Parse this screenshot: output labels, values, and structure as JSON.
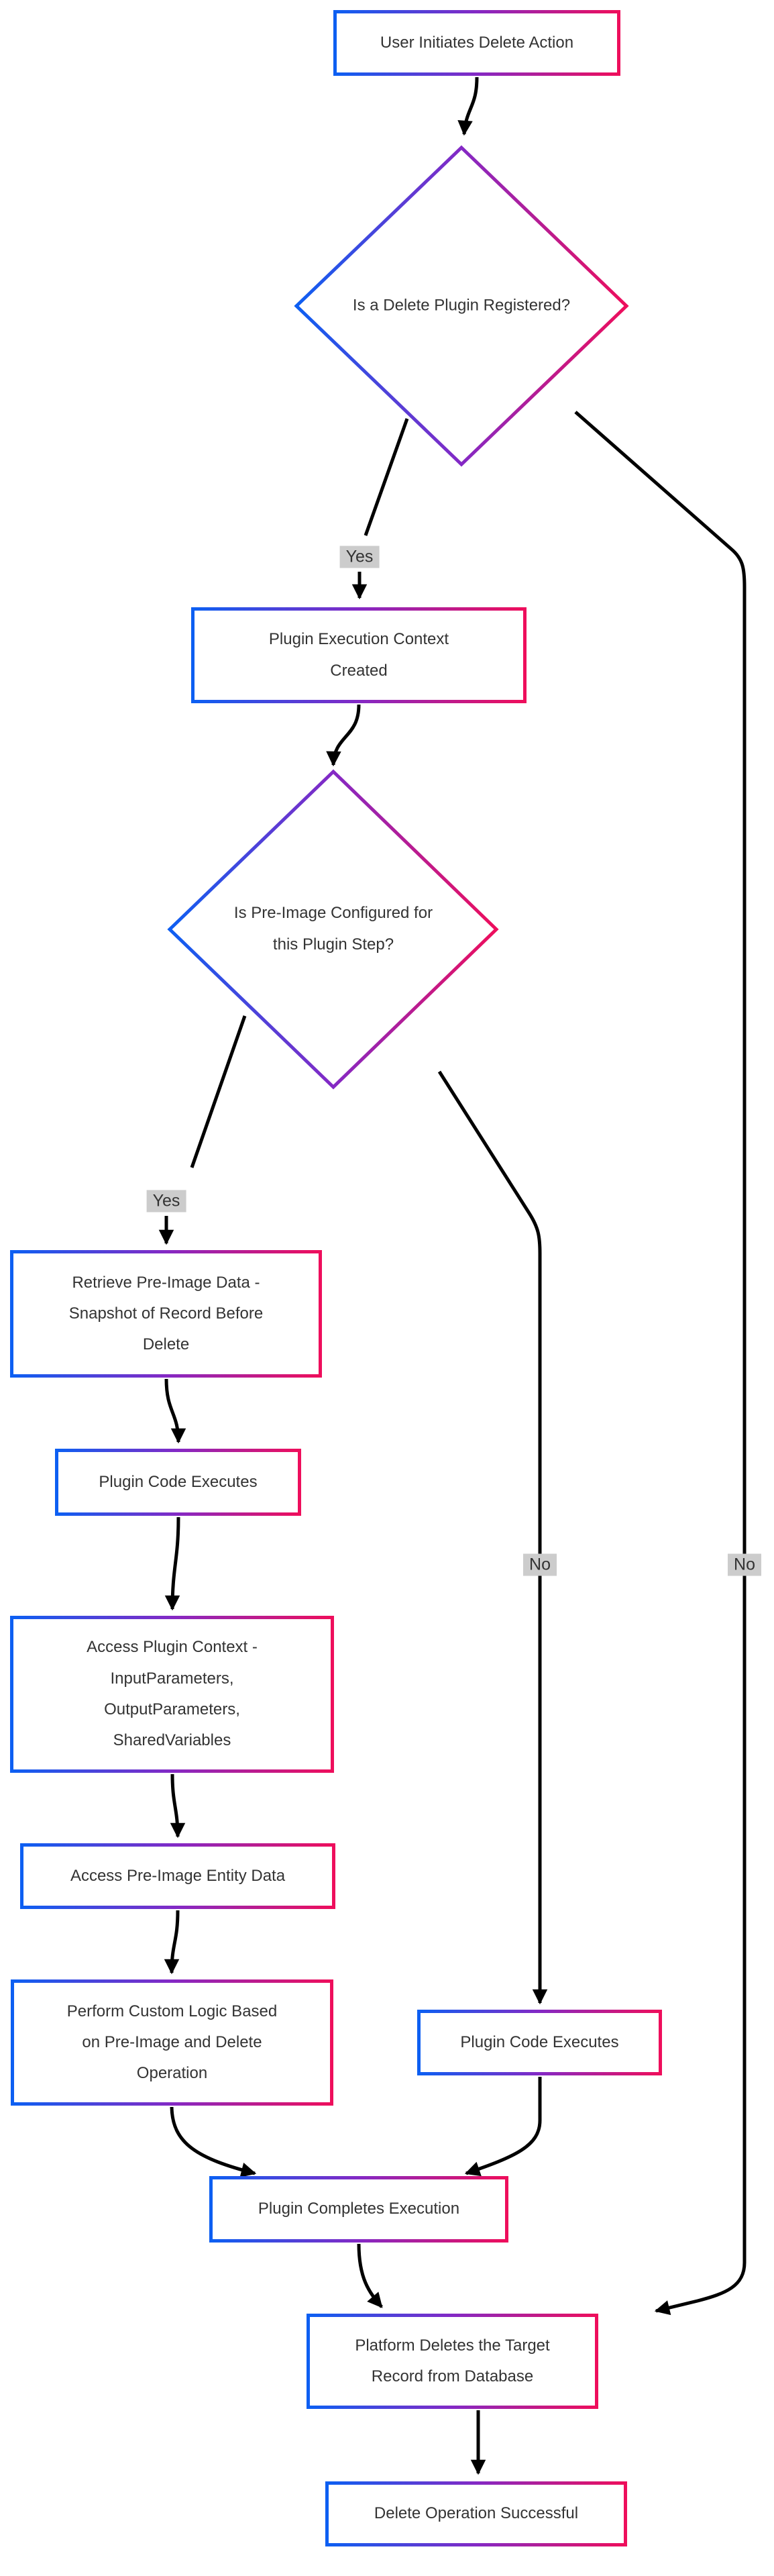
{
  "diagram": {
    "colors": {
      "gradient_start": "#0d5ff2",
      "gradient_mid": "#8429c5",
      "gradient_end": "#ee0e5c",
      "edge": "#000000",
      "text": "#333333",
      "label_bg": "#cccccc",
      "node_bg": "#ffffff"
    },
    "nodes": {
      "start": {
        "lines": [
          "User Initiates Delete Action"
        ]
      },
      "decision1": {
        "lines": [
          "Is a Delete Plugin Registered?"
        ]
      },
      "context": {
        "lines": [
          "Plugin Execution Context",
          "Created"
        ]
      },
      "decision2": {
        "lines": [
          "Is Pre-Image Configured for",
          "this Plugin Step?"
        ]
      },
      "retrieve": {
        "lines": [
          "Retrieve Pre-Image Data -",
          "Snapshot of Record Before",
          "Delete"
        ]
      },
      "plugin_exec_left": {
        "lines": [
          "Plugin Code Executes"
        ]
      },
      "access_context": {
        "lines": [
          "Access Plugin Context -",
          "InputParameters,",
          "OutputParameters,",
          "SharedVariables"
        ]
      },
      "access_preimage": {
        "lines": [
          "Access Pre-Image Entity Data"
        ]
      },
      "custom_logic": {
        "lines": [
          "Perform Custom Logic Based",
          "on Pre-Image and Delete",
          "Operation"
        ]
      },
      "plugin_exec_right": {
        "lines": [
          "Plugin Code Executes"
        ]
      },
      "completes": {
        "lines": [
          "Plugin Completes Execution"
        ]
      },
      "platform_delete": {
        "lines": [
          "Platform Deletes the Target",
          "Record from Database"
        ]
      },
      "success": {
        "lines": [
          "Delete Operation Successful"
        ]
      }
    },
    "edge_labels": {
      "yes1": "Yes",
      "yes2": "Yes",
      "no1": "No",
      "no2": "No"
    }
  }
}
